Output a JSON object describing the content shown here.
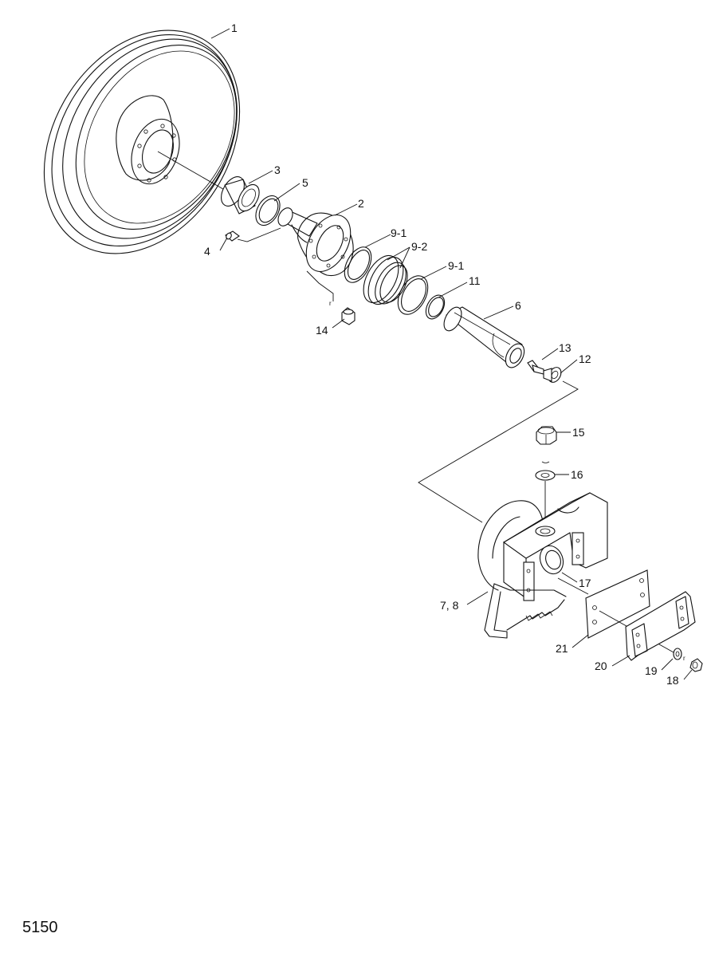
{
  "diagram": {
    "callouts": {
      "p1": "1",
      "p2": "2",
      "p3": "3",
      "p4": "4",
      "p5": "5",
      "p6": "6",
      "p7_8": "7, 8",
      "p9_1a": "9-1",
      "p9_2": "9-2",
      "p9_1b": "9-1",
      "p11": "11",
      "p12": "12",
      "p13": "13",
      "p14": "14",
      "p15": "15",
      "p16": "16",
      "p17": "17",
      "p18": "18",
      "p19": "19",
      "p20": "20",
      "p21": "21"
    },
    "page_number": "5150"
  }
}
